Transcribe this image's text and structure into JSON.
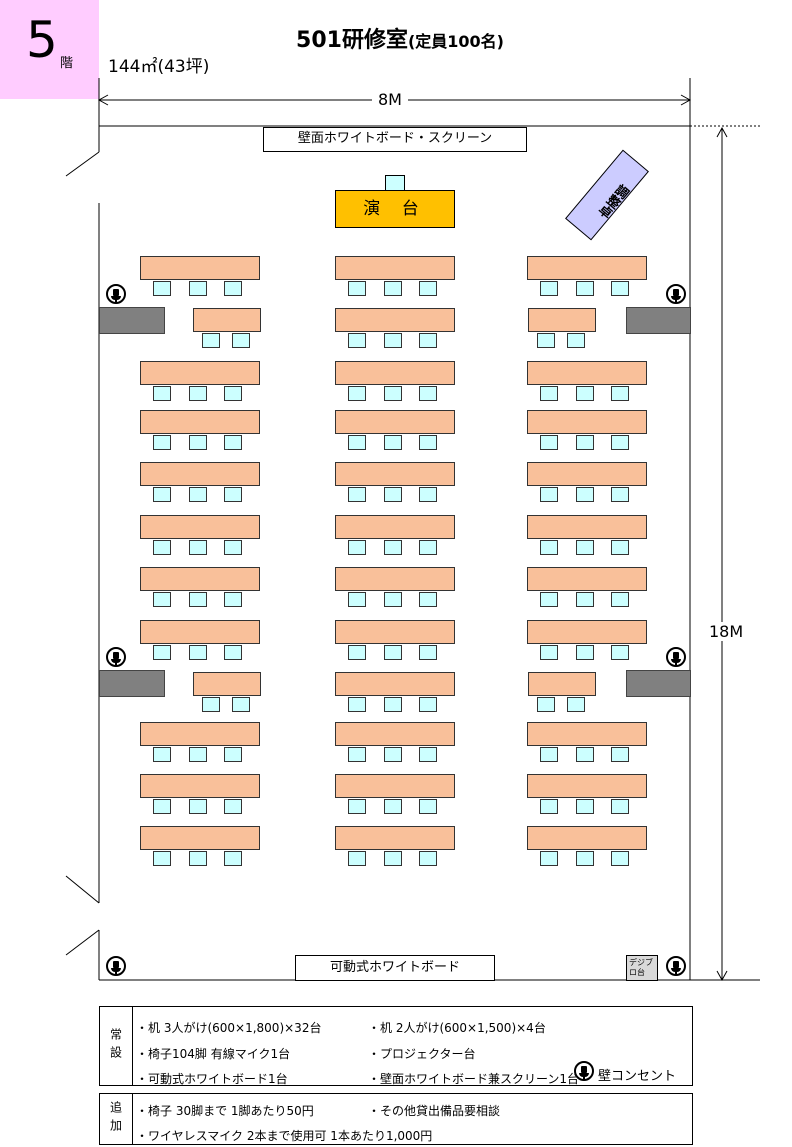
{
  "floor": {
    "number": "5",
    "unit": "階"
  },
  "title": {
    "main": "501研修室",
    "capacity": "(定員100名)"
  },
  "area": "144㎡(43坪)",
  "dimensions": {
    "width": "8M",
    "depth": "18M"
  },
  "room_labels": {
    "wall_whiteboard_screen": "壁面ホワイトボード・スクリーン",
    "podium": "演 台",
    "control_console": "調整卓",
    "mobile_whiteboard": "可動式ホワイトボード",
    "digital_port": "デジブロ台"
  },
  "layout": {
    "rows_per_column": 12,
    "columns": 3,
    "three_seat_desks": 32,
    "two_seat_desks": 4
  },
  "info": {
    "standard": {
      "heading": "常設",
      "items": [
        "・机 3人がけ(600×1,800)×32台",
        "・机 2人がけ(600×1,500)×4台",
        "・椅子104脚 有線マイク1台",
        "・プロジェクター台",
        "・可動式ホワイトボード1台",
        "・壁面ホワイトボード兼スクリーン1台"
      ]
    },
    "legend": {
      "outlet": "壁コンセント"
    },
    "additional": {
      "heading": "追加",
      "items": [
        "・椅子 30脚まで 1脚あたり50円",
        "・その他貸出備品要相談",
        "・ワイヤレスマイク 2本まで使用可 1本あたり1,000円"
      ]
    }
  }
}
